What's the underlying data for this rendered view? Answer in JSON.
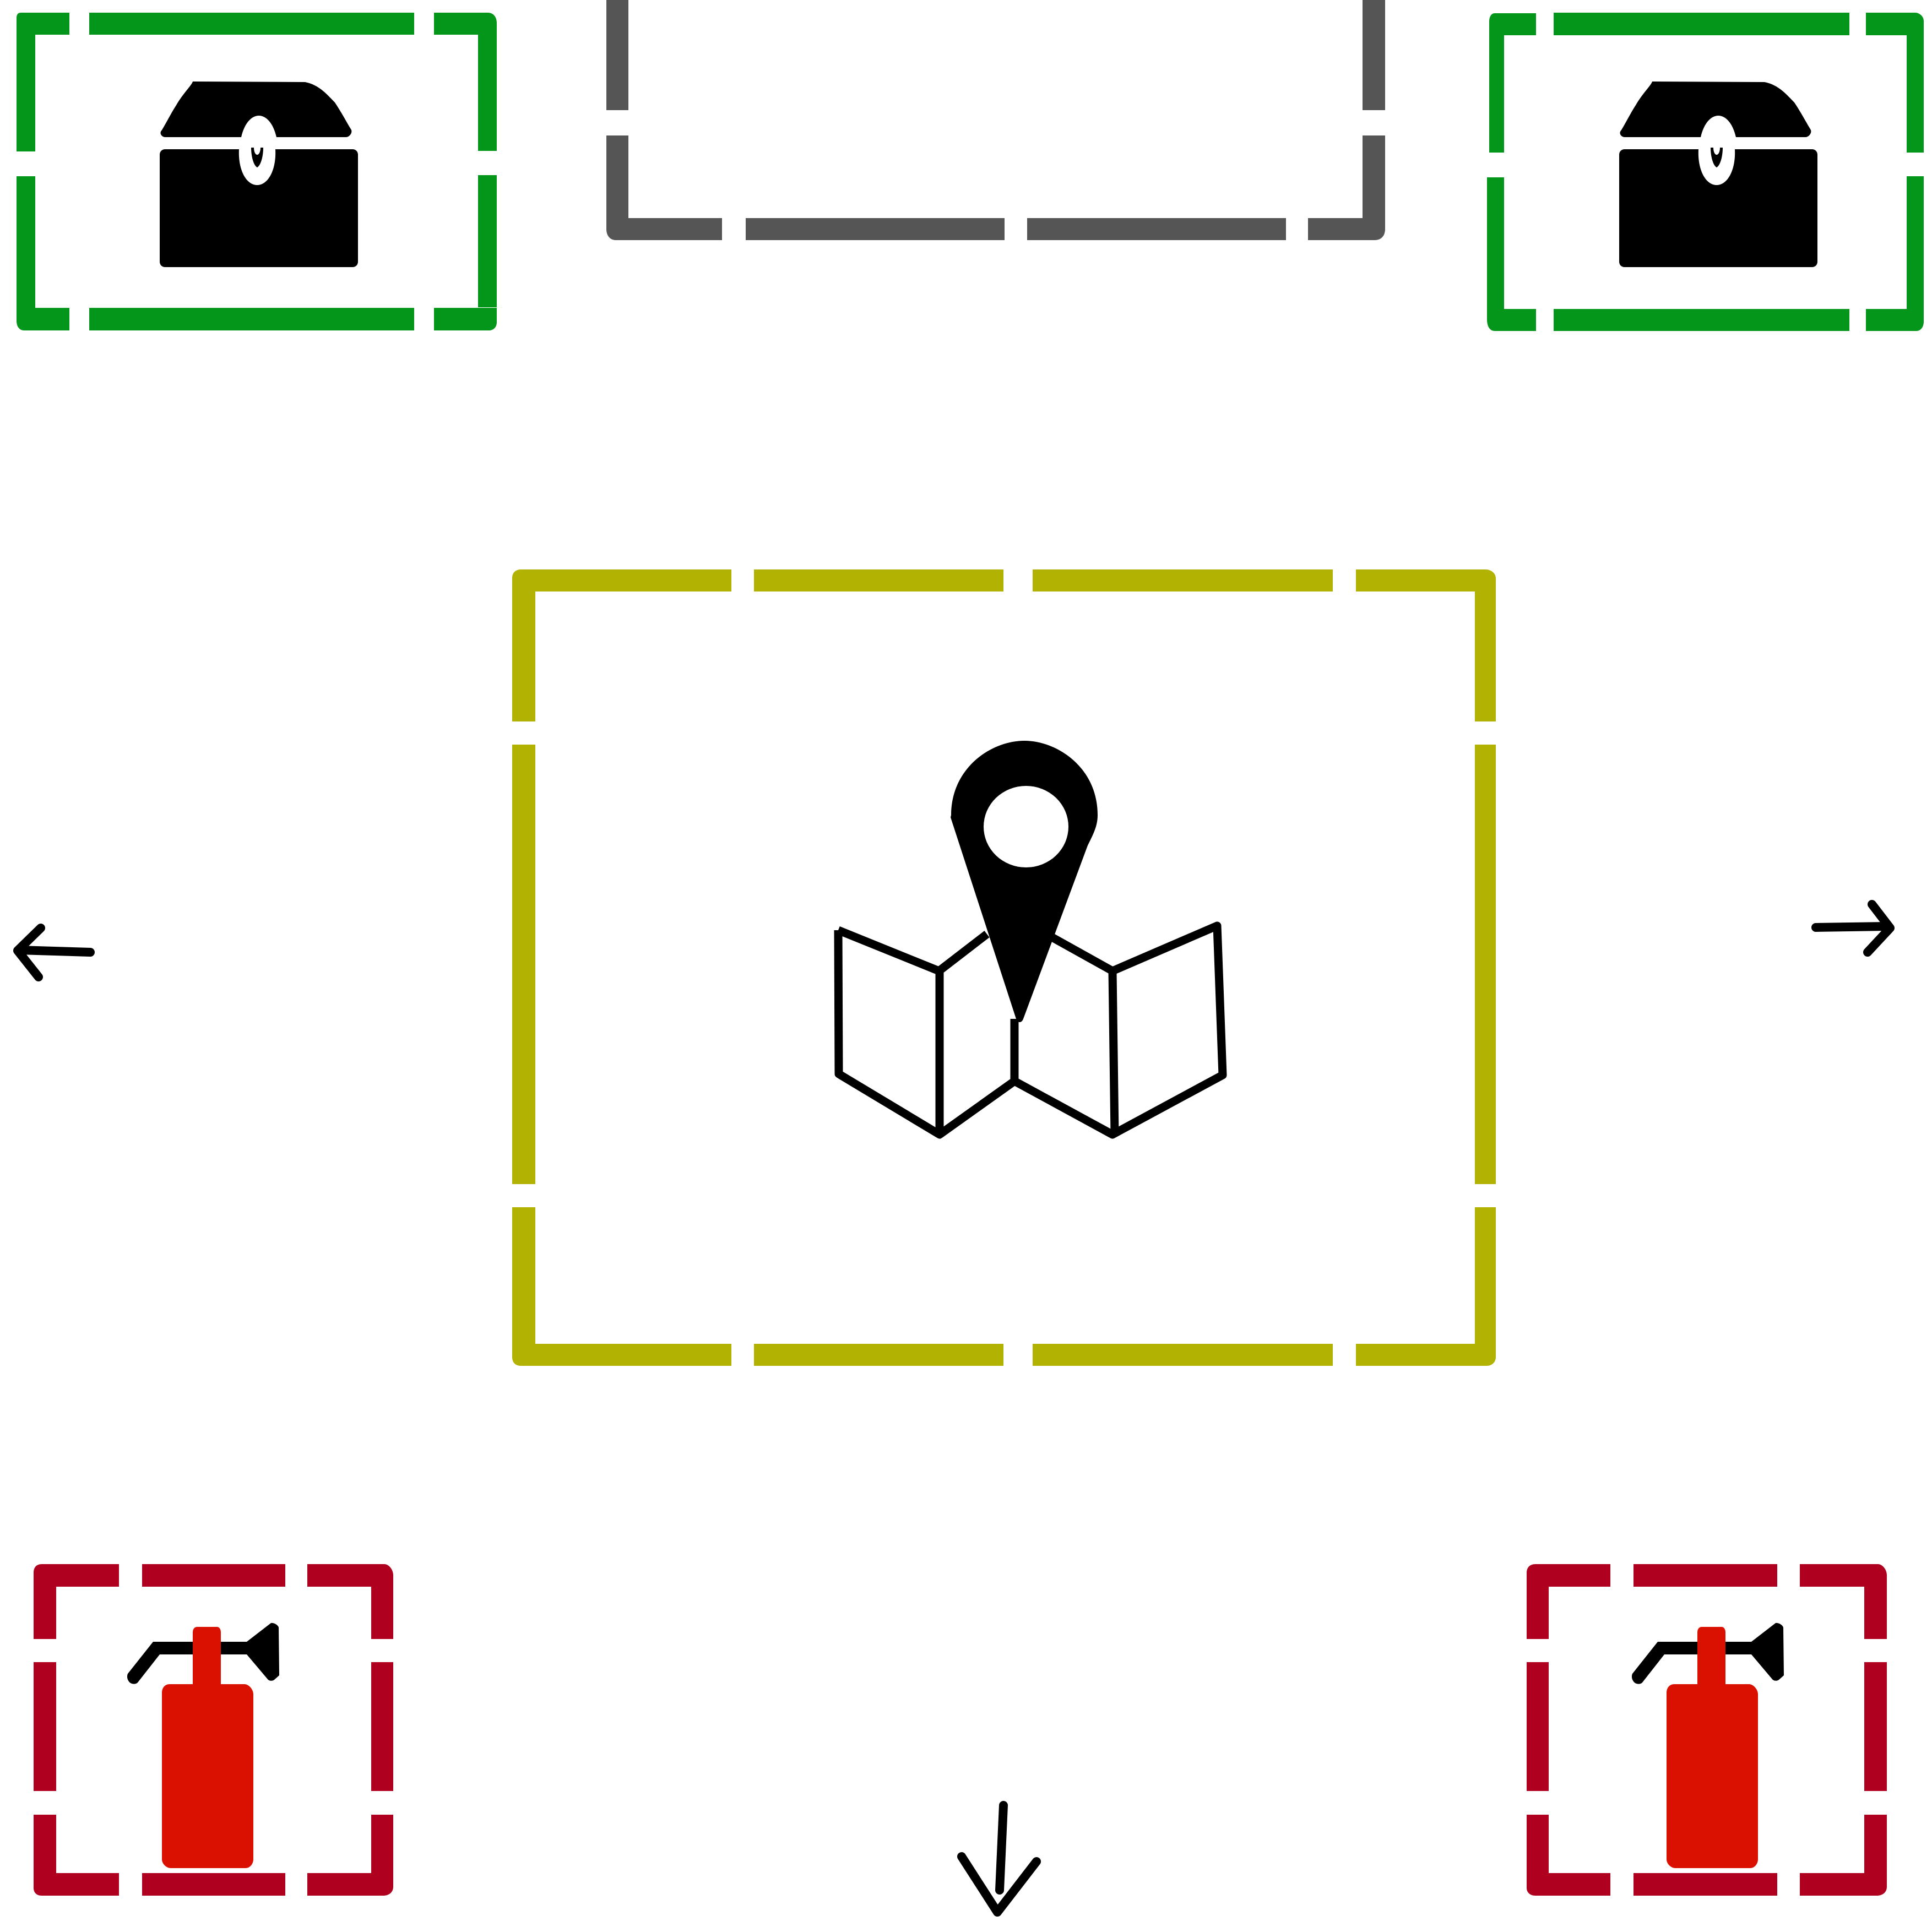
{
  "scene": {
    "background": "#ffffff",
    "icon_color": "#000000"
  },
  "tiles": {
    "chest_left": {
      "icon": "treasure-chest-icon",
      "border_color": "#04961a",
      "state": "selected"
    },
    "chest_right": {
      "icon": "treasure-chest-icon",
      "border_color": "#04961a",
      "state": "selected"
    },
    "entrance_top": {
      "icon": "none",
      "border_color": "#555555",
      "state": "empty"
    },
    "map_center": {
      "icon": "map-pin-icon",
      "border_color": "#b2b203",
      "state": "current"
    },
    "extinguisher_left": {
      "icon": "fire-extinguisher-icon",
      "border_color": "#af0020",
      "icon_color": "#da1100",
      "state": "hazard"
    },
    "extinguisher_right": {
      "icon": "fire-extinguisher-icon",
      "border_color": "#af0020",
      "icon_color": "#da1100",
      "state": "hazard"
    }
  },
  "navigation": {
    "left": {
      "icon": "arrow-left-icon"
    },
    "right": {
      "icon": "arrow-right-icon"
    },
    "down": {
      "icon": "arrow-down-icon"
    }
  }
}
